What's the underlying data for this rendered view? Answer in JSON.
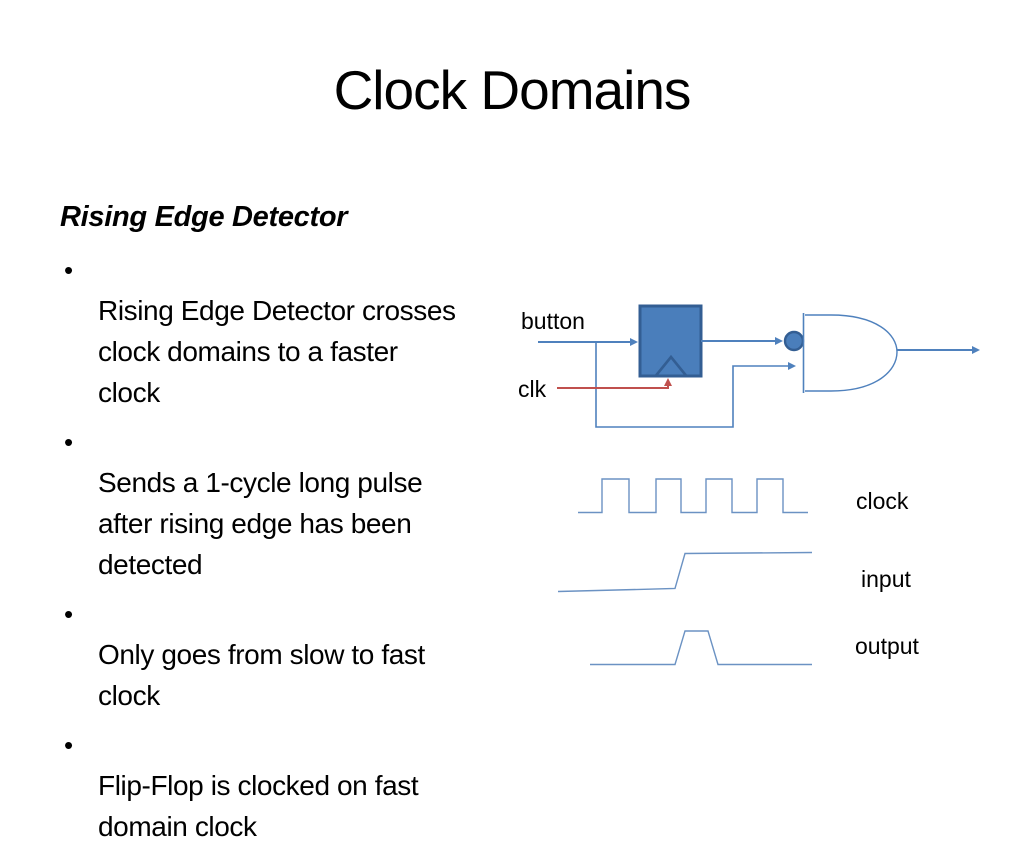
{
  "title": "Clock Domains",
  "content": {
    "heading": "Rising Edge Detector",
    "bullets": [
      {
        "lines": [
          "Rising Edge Detector crosses",
          "clock domains to a faster",
          "clock"
        ]
      },
      {
        "lines": [
          "Sends a 1-cycle long pulse",
          "after rising edge has been",
          "detected"
        ]
      },
      {
        "lines": [
          "Only goes from slow to fast",
          "clock"
        ]
      },
      {
        "lines": [
          "Flip-Flop is clocked on fast",
          "domain clock"
        ]
      }
    ]
  },
  "circuit": {
    "button_label": "button",
    "clk_label": "clk"
  },
  "waveforms": {
    "clock_label": "clock",
    "input_label": "input",
    "output_label": "output"
  },
  "colors": {
    "background": "#ffffff",
    "text": "#000000",
    "line_blue": "#4f81bd",
    "shape_fill": "#4a7ebb",
    "shape_border": "#335e93",
    "clk_red": "#c0504d",
    "waveform_blue": "#6b92c3"
  }
}
